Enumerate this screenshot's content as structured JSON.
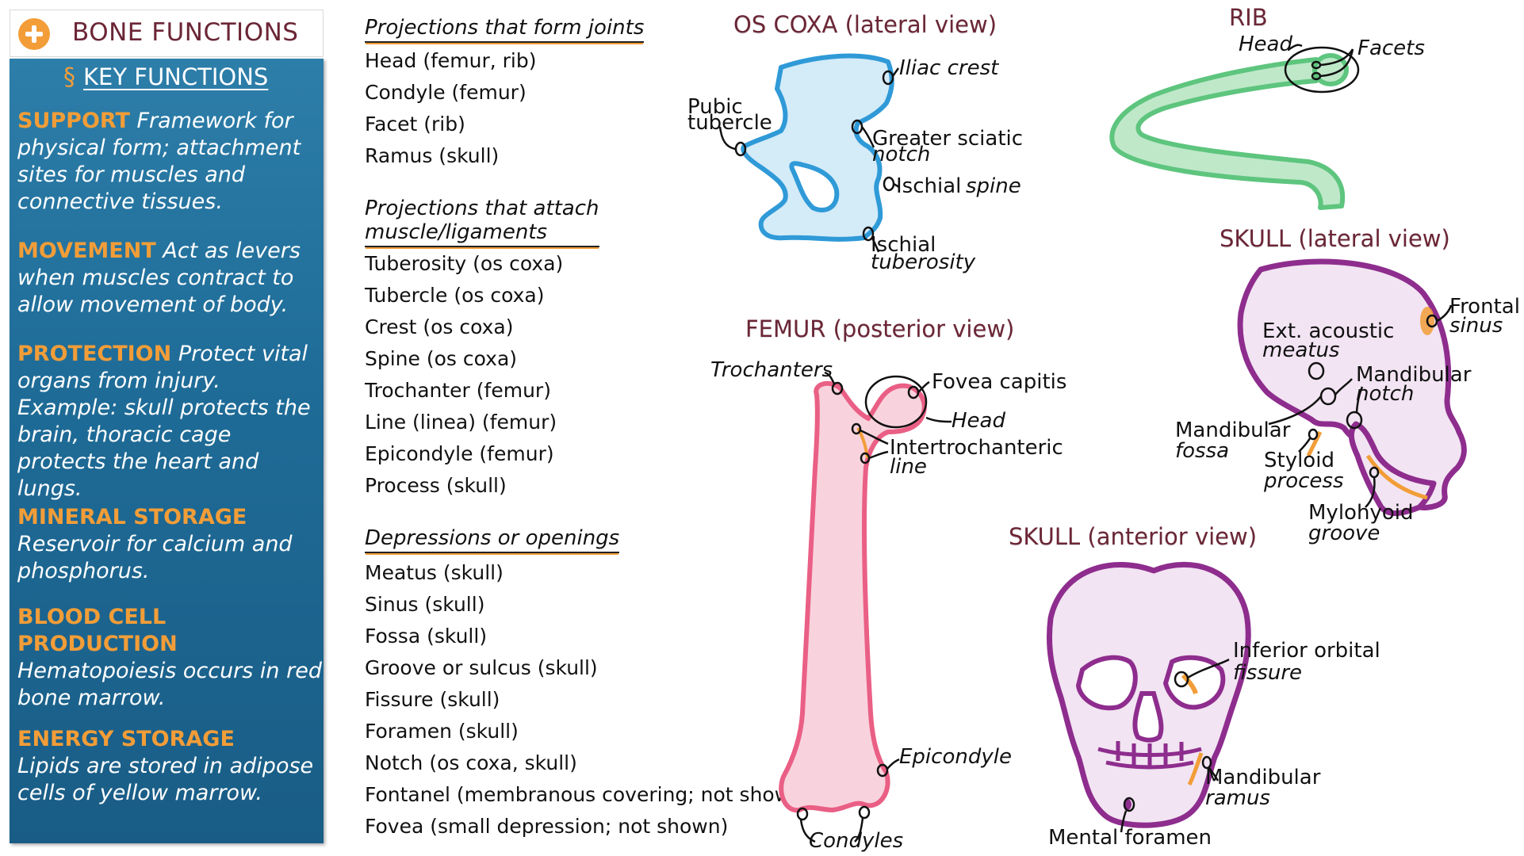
{
  "header": {
    "title": "BONE FUNCTIONS"
  },
  "key_functions": {
    "heading": "KEY FUNCTIONS",
    "items": [
      {
        "name": "SUPPORT",
        "text": "Framework for physical form; attachment sites for muscles and connective tissues."
      },
      {
        "name": "MOVEMENT",
        "text": "Act as levers when muscles contract to allow movement of body."
      },
      {
        "name": "PROTECTION",
        "text": "Protect vital organs from injury. Example: skull protects the brain, thoracic cage protects the heart and lungs."
      },
      {
        "name": "MINERAL STORAGE",
        "text": "Reservoir for calcium and phosphorus."
      },
      {
        "name": "BLOOD CELL PRODUCTION",
        "text": "Hematopoiesis occurs in red bone marrow."
      },
      {
        "name": "ENERGY STORAGE",
        "text": "Lipids are stored in adipose cells of yellow marrow."
      }
    ]
  },
  "markings": {
    "joints": {
      "heading": "Projections that form joints",
      "items": [
        "Head (femur, rib)",
        "Condyle (femur)",
        "Facet (rib)",
        "Ramus (skull)"
      ]
    },
    "attach": {
      "heading_line1": "Projections that attach",
      "heading_line2": "muscle/ligaments",
      "items": [
        "Tuberosity (os coxa)",
        "Tubercle (os coxa)",
        "Crest (os coxa)",
        "Spine (os coxa)",
        "Trochanter (femur)",
        "Line (linea) (femur)",
        "Epicondyle (femur)",
        "Process (skull)"
      ]
    },
    "depressions": {
      "heading": "Depressions or openings",
      "items": [
        "Meatus (skull)",
        "Sinus (skull)",
        "Fossa (skull)",
        "Groove or sulcus (skull)",
        "Fissure (skull)",
        "Foramen (skull)",
        "Notch (os coxa, skull)",
        "Fontanel (membranous covering; not shown)",
        "Fovea (small depression; not shown)"
      ]
    }
  },
  "diagrams": {
    "os_coxa": {
      "title": "OS COXA (lateral view)",
      "labels": {
        "iliac_crest": "Iliac crest",
        "pubic_1": "Pubic",
        "pubic_2": "tubercle",
        "gsn_1": "Greater sciatic",
        "gsn_2": "notch",
        "ischial_spine_a": "Ischial",
        "ischial_spine_b": "spine",
        "it_1": "Ischial",
        "it_2": "tuberosity"
      }
    },
    "rib": {
      "title": "RIB",
      "labels": {
        "head": "Head",
        "facets": "Facets"
      }
    },
    "femur": {
      "title": "FEMUR (posterior view)",
      "labels": {
        "trochanters": "Trochanters",
        "fovea": "Fovea capitis",
        "head": "Head",
        "itl_1": "Intertrochanteric",
        "itl_2": "line",
        "epicondyle": "Epicondyle",
        "condyles": "Condyles"
      }
    },
    "skull_lateral": {
      "title": "SKULL (lateral view)",
      "labels": {
        "frontal_1": "Frontal",
        "frontal_2": "sinus",
        "eam_1": "Ext. acoustic",
        "eam_2": "meatus",
        "mn_1": "Mandibular",
        "mn_2": "notch",
        "mf_1": "Mandibular",
        "mf_2": "fossa",
        "sp_1": "Styloid",
        "sp_2": "process",
        "mg_1": "Mylohyoid",
        "mg_2": "groove"
      }
    },
    "skull_anterior": {
      "title": "SKULL (anterior view)",
      "labels": {
        "iof_1": "Inferior orbital",
        "iof_2": "fissure",
        "mr_1": "Mandibular",
        "mr_2": "ramus",
        "mental": "Mental foramen"
      }
    }
  },
  "colors": {
    "accent_orange": "#f29d38",
    "title_maroon": "#6b2636",
    "panel_blue": "#1f6c98",
    "os_coxa_fill": "#d4ebf8",
    "os_coxa_stroke": "#2f9ad7",
    "rib_fill": "#bfe8c9",
    "rib_stroke": "#5ec57e",
    "femur_fill": "#f8d3dd",
    "femur_stroke": "#ea5f85",
    "skull_fill": "#f2e4f2",
    "skull_stroke": "#8e2d8e"
  }
}
